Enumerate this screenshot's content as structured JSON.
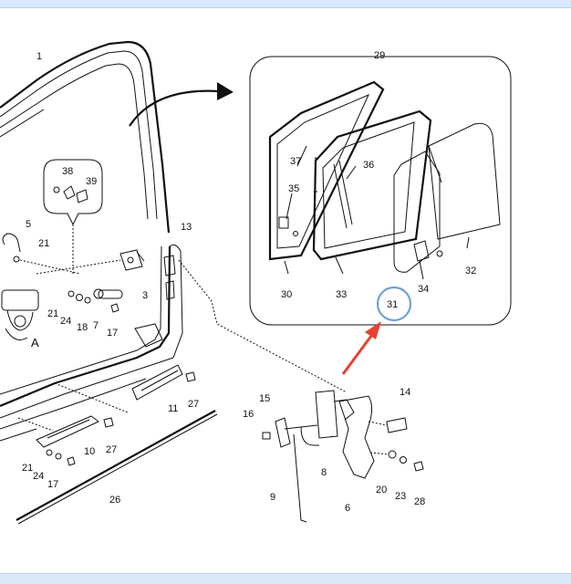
{
  "colors": {
    "line": "#111111",
    "highlight_circle": "#6fa0d8",
    "arrow": "#e8412f",
    "band": "#d9e9fb"
  },
  "callouts": {
    "c1": "1",
    "c3": "3",
    "c5": "5",
    "c6": "6",
    "c7": "7",
    "c8": "8",
    "c9": "9",
    "c10": "10",
    "c11": "11",
    "c13": "13",
    "c14": "14",
    "c15": "15",
    "c16": "16",
    "c17a": "17",
    "c17b": "17",
    "c18": "18",
    "c20": "20",
    "c21a": "21",
    "c21b": "21",
    "c21c": "21",
    "c23": "23",
    "c24a": "24",
    "c24b": "24",
    "c26": "26",
    "c27a": "27",
    "c27b": "27",
    "c28": "28",
    "c29": "29",
    "c30": "30",
    "c31": "31",
    "c32": "32",
    "c33": "33",
    "c34": "34",
    "c35": "35",
    "c36": "36",
    "c37": "37",
    "c38": "38",
    "c39": "39",
    "detail_a": "A"
  }
}
